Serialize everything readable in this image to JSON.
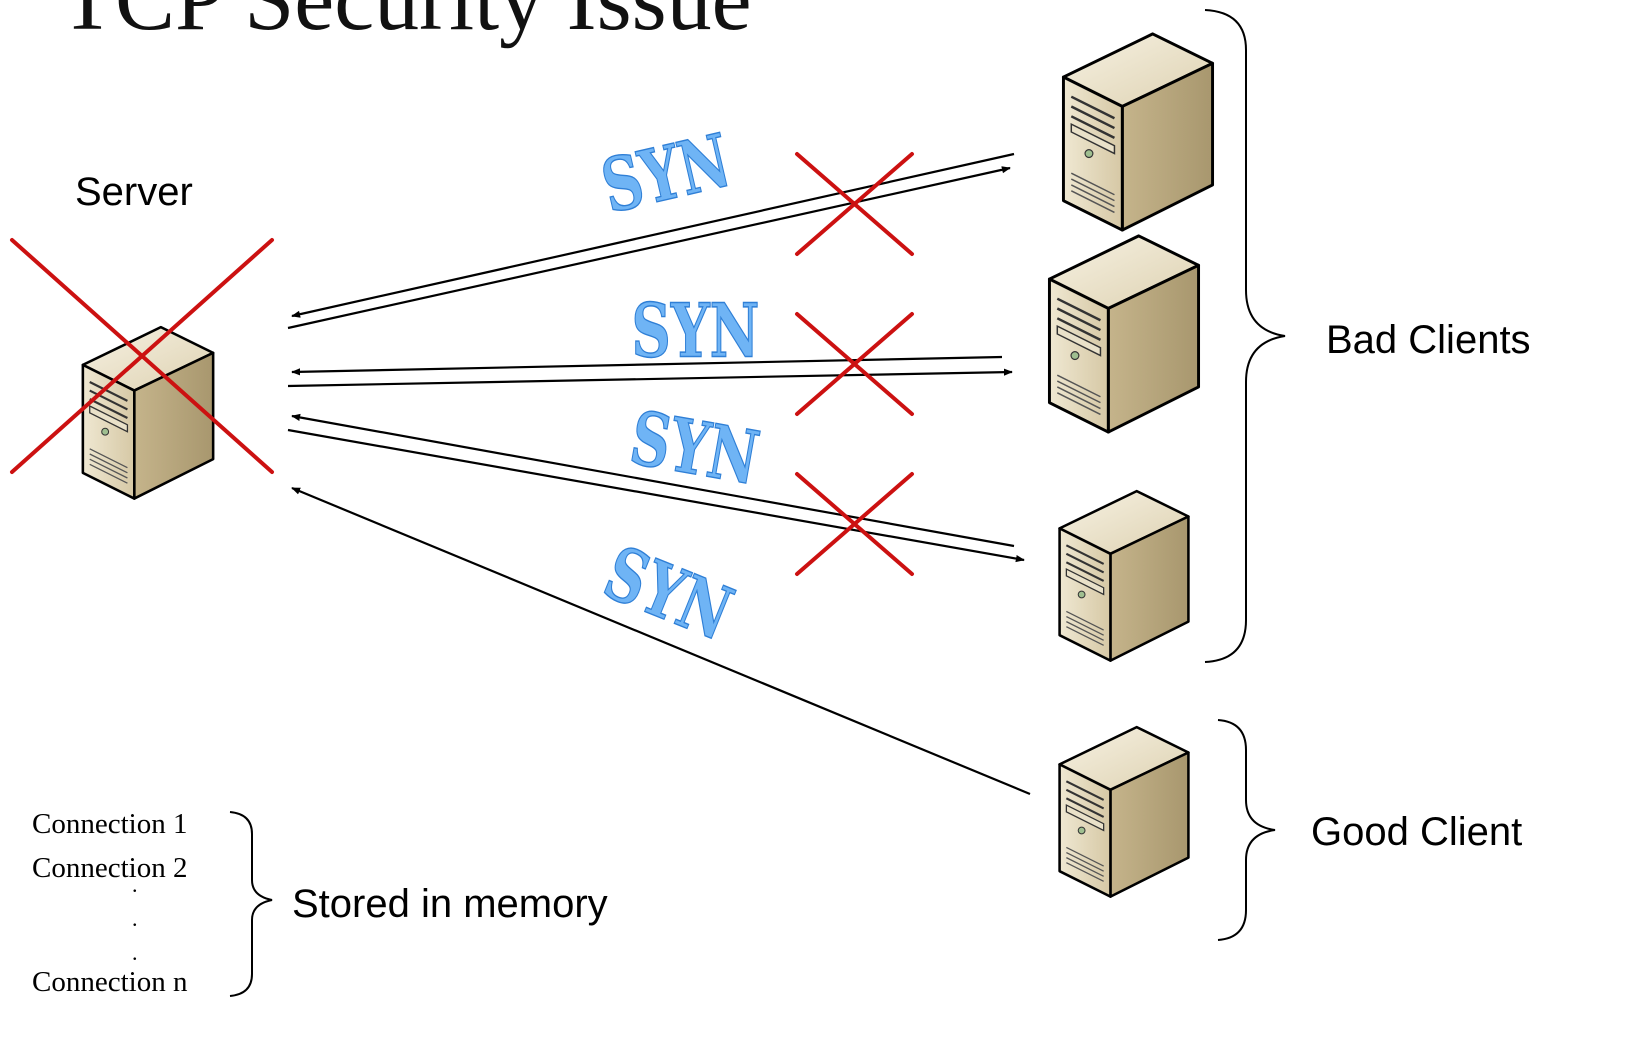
{
  "slide": {
    "title": "TCP Security Issue"
  },
  "labels": {
    "server": "Server",
    "bad_clients": "Bad Clients",
    "good_client": "Good Client",
    "stored_in_memory": "Stored in memory"
  },
  "packets": {
    "syn_1": "SYN",
    "syn_2": "SYN",
    "syn_3": "SYN",
    "syn_4": "SYN"
  },
  "memory": {
    "connections": [
      "Connection 1",
      "Connection 2",
      "Connection n"
    ],
    "ellipsis": "."
  },
  "colors": {
    "cross": "#cc1111",
    "syn_text": "#5aa9f0",
    "server_body": "#d8ccab",
    "arrow": "#000000"
  },
  "icons": {
    "server": "server-tower-icon",
    "failure": "red-x-icon"
  }
}
